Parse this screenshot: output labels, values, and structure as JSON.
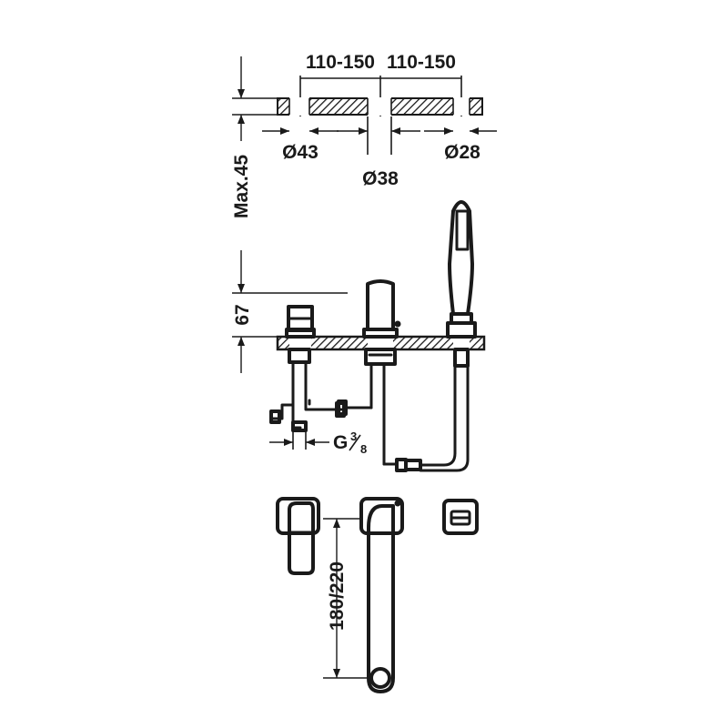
{
  "drawing": {
    "colors": {
      "ink": "#1a1a1a",
      "background": "#ffffff"
    },
    "dimensions": {
      "spacing_left": "110-150",
      "spacing_right": "110-150",
      "hole_left": "Ø43",
      "hole_center": "Ø38",
      "hole_right": "Ø28",
      "max_thickness": "Max.45",
      "height": "67",
      "connection_prefix": "G",
      "connection_num": "3",
      "connection_den": "8",
      "spout_reach": "180/220"
    },
    "views": [
      "deck-plate-section",
      "side-elevation",
      "top-view"
    ],
    "icons": [
      "handshower-icon",
      "lever-handle-icon",
      "spout-icon",
      "diverter-knob-icon"
    ]
  }
}
